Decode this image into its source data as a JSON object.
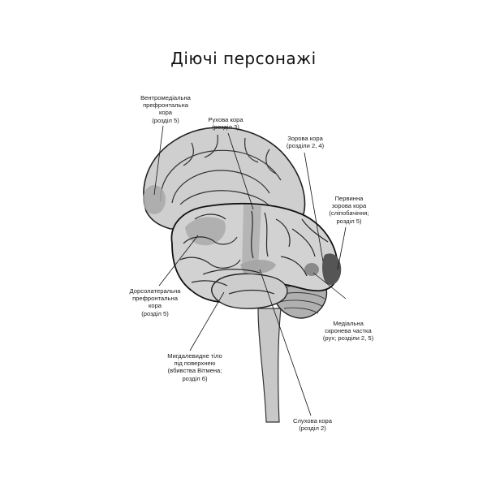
{
  "title": "Діючі персонажі",
  "labels": {
    "vmpfc": [
      "Вентромедіальна",
      "префронтальна",
      "кора",
      "(розділ 5)"
    ],
    "motor": [
      "Рухова кора",
      "(розділ 3)"
    ],
    "visual": [
      "Зорова кора",
      "(розділи 2, 4)"
    ],
    "v1": [
      "Первинна",
      "зорова кора",
      "(сліпобачіння;",
      "розділ 5)"
    ],
    "dlpfc": [
      "Дорсолатеральна",
      "префронтальна",
      "кора",
      "(розділ 5)"
    ],
    "mtl": [
      "Медіальна",
      "скронева частка",
      "(рух; розділи 2, 5)"
    ],
    "amygdala": [
      "Мигдалевидне тіло",
      "під поверхнею",
      "(вбивства Вітмена;",
      "розділ 6)"
    ],
    "auditory": [
      "Слухова кора",
      "(розділ 2)"
    ]
  }
}
